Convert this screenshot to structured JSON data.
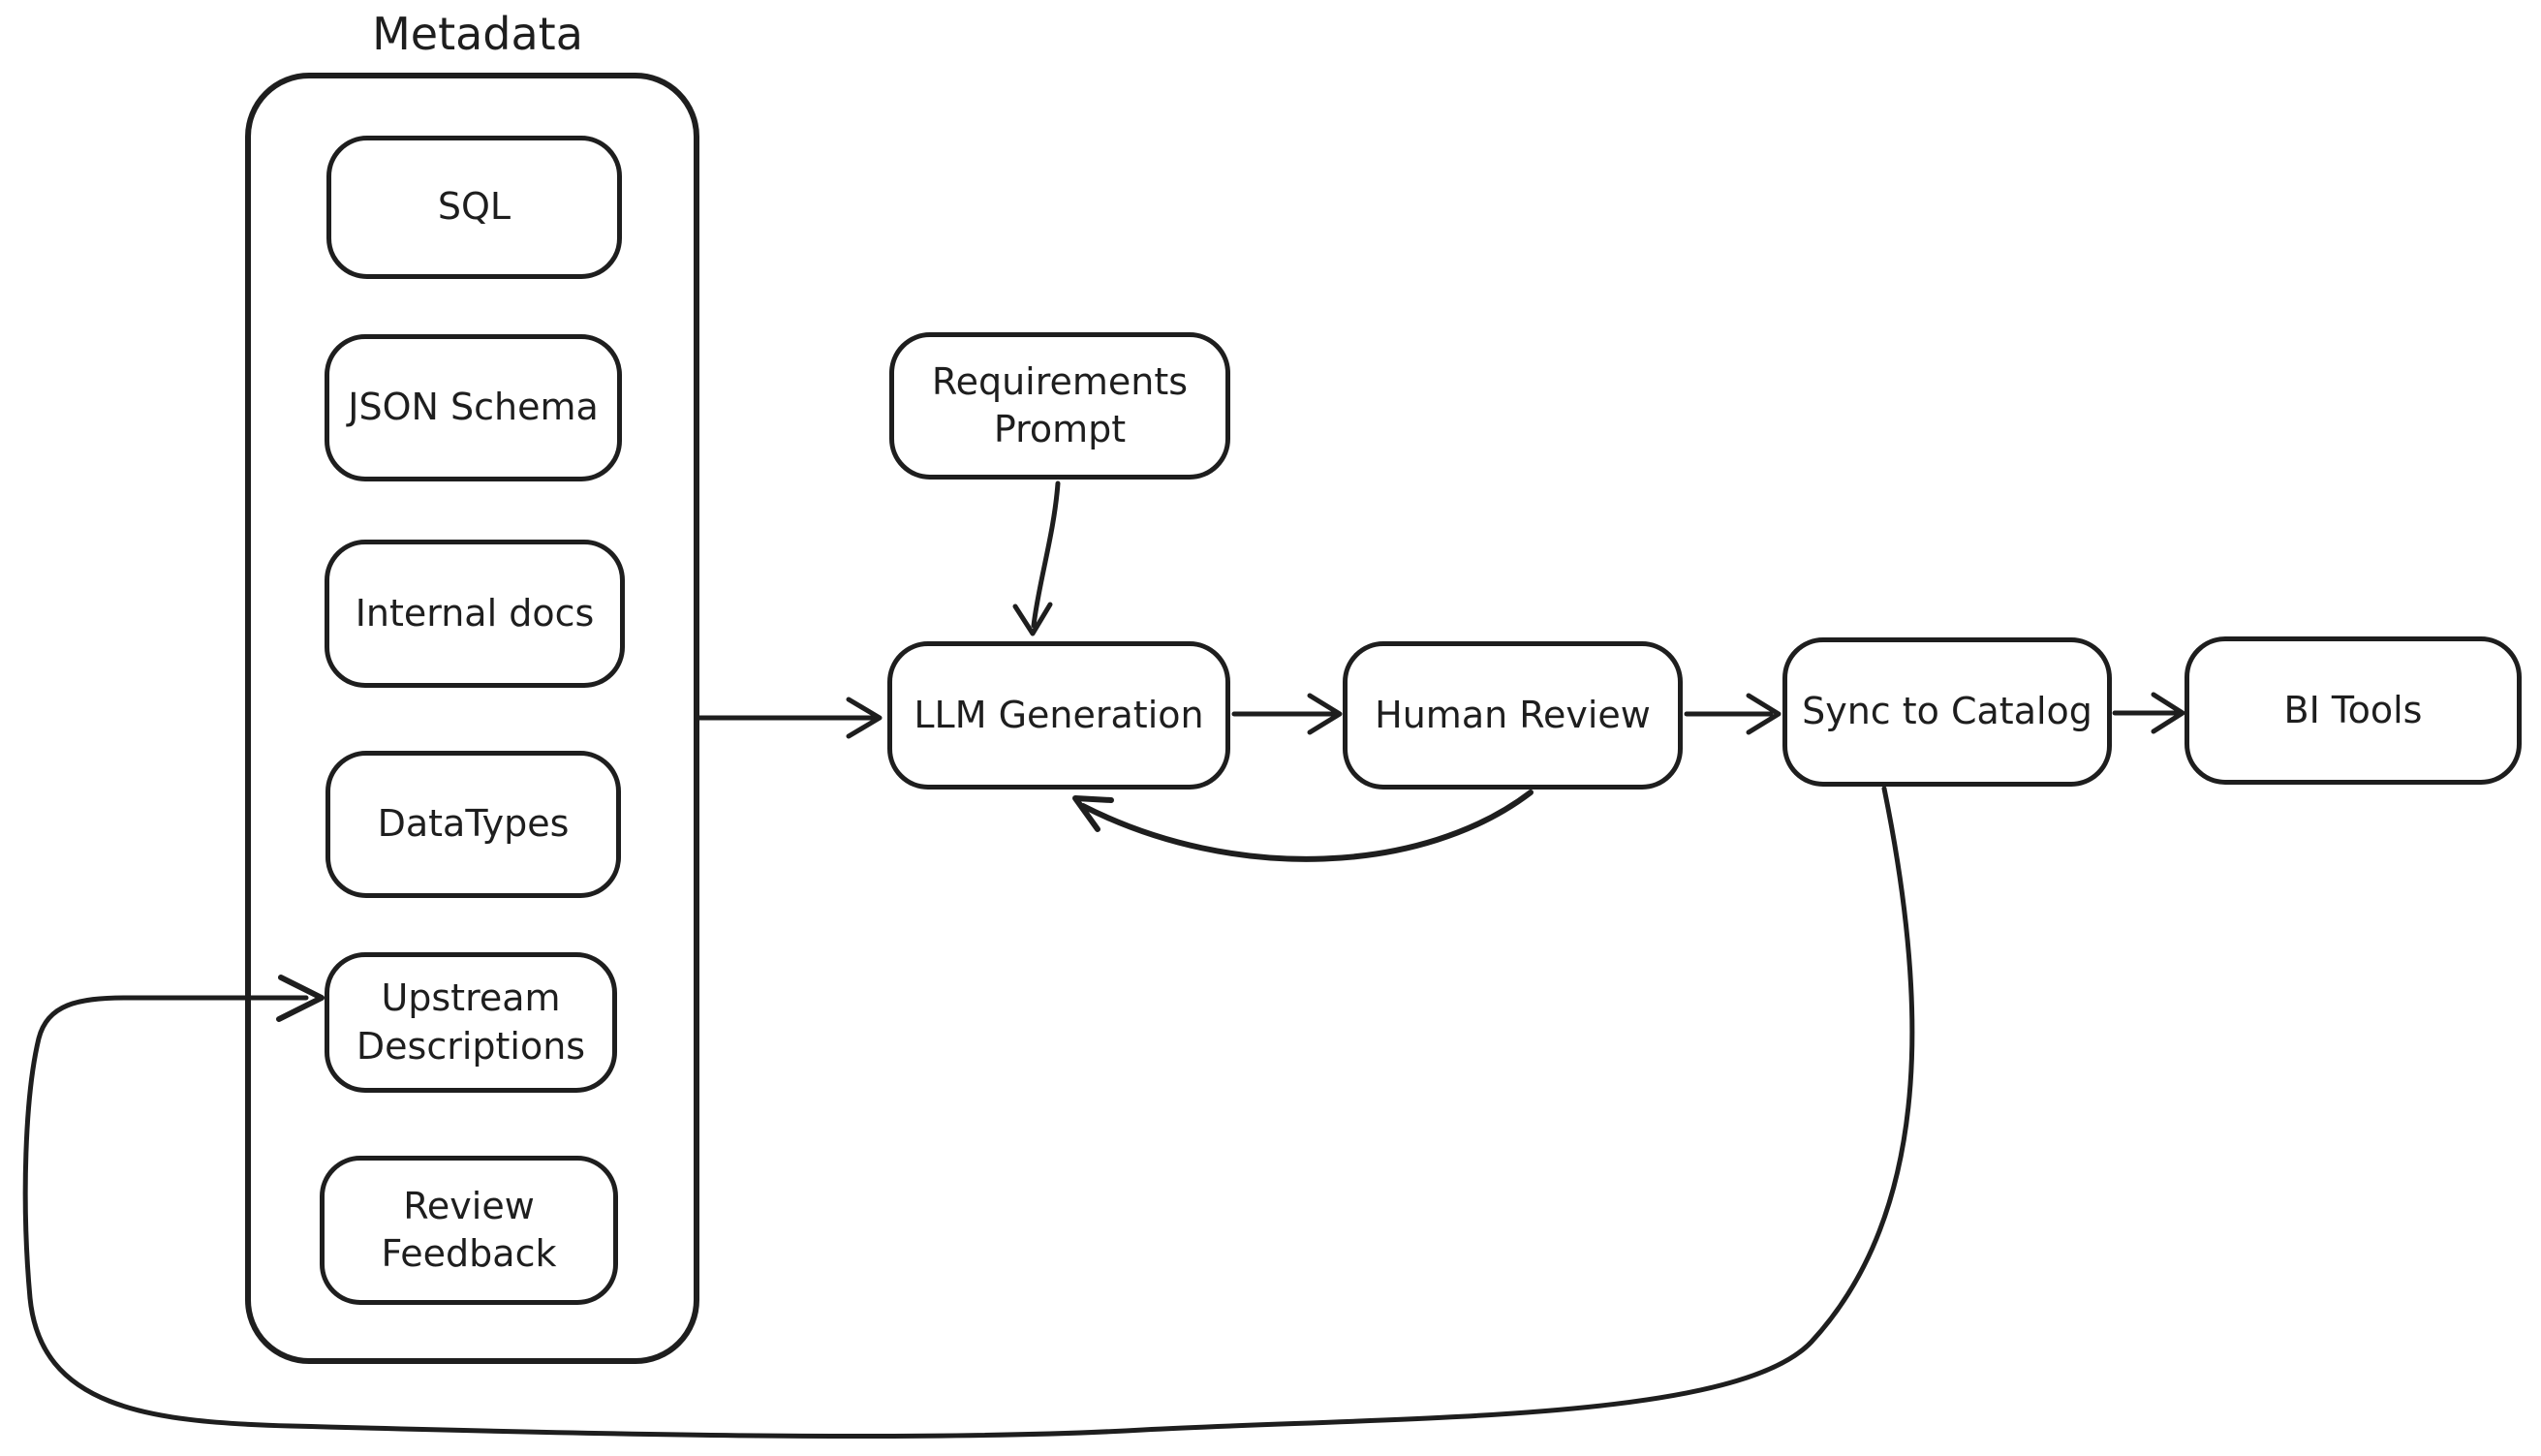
{
  "colors": {
    "stroke": "#1e1e1e",
    "background": "#ffffff"
  },
  "group": {
    "label": "Metadata"
  },
  "nodes": {
    "sql": {
      "label": "SQL"
    },
    "json_schema": {
      "label": "JSON Schema"
    },
    "internal_docs": {
      "label": "Internal docs"
    },
    "datatypes": {
      "label": "DataTypes"
    },
    "upstream_descriptions": {
      "label": "Upstream Descriptions"
    },
    "review_feedback": {
      "label": "Review Feedback"
    },
    "requirements_prompt": {
      "label": "Requirements Prompt"
    },
    "llm_generation": {
      "label": "LLM Generation"
    },
    "human_review": {
      "label": "Human Review"
    },
    "sync_to_catalog": {
      "label": "Sync to Catalog"
    },
    "bi_tools": {
      "label": "BI Tools"
    }
  },
  "edges": [
    {
      "from": "metadata-group",
      "to": "llm-generation"
    },
    {
      "from": "requirements-prompt",
      "to": "llm-generation"
    },
    {
      "from": "llm-generation",
      "to": "human-review"
    },
    {
      "from": "human-review",
      "to": "sync-to-catalog"
    },
    {
      "from": "human-review",
      "to": "llm-generation",
      "kind": "feedback"
    },
    {
      "from": "sync-to-catalog",
      "to": "bi-tools"
    },
    {
      "from": "sync-to-catalog",
      "to": "upstream-descriptions",
      "kind": "feedback-loop"
    }
  ]
}
